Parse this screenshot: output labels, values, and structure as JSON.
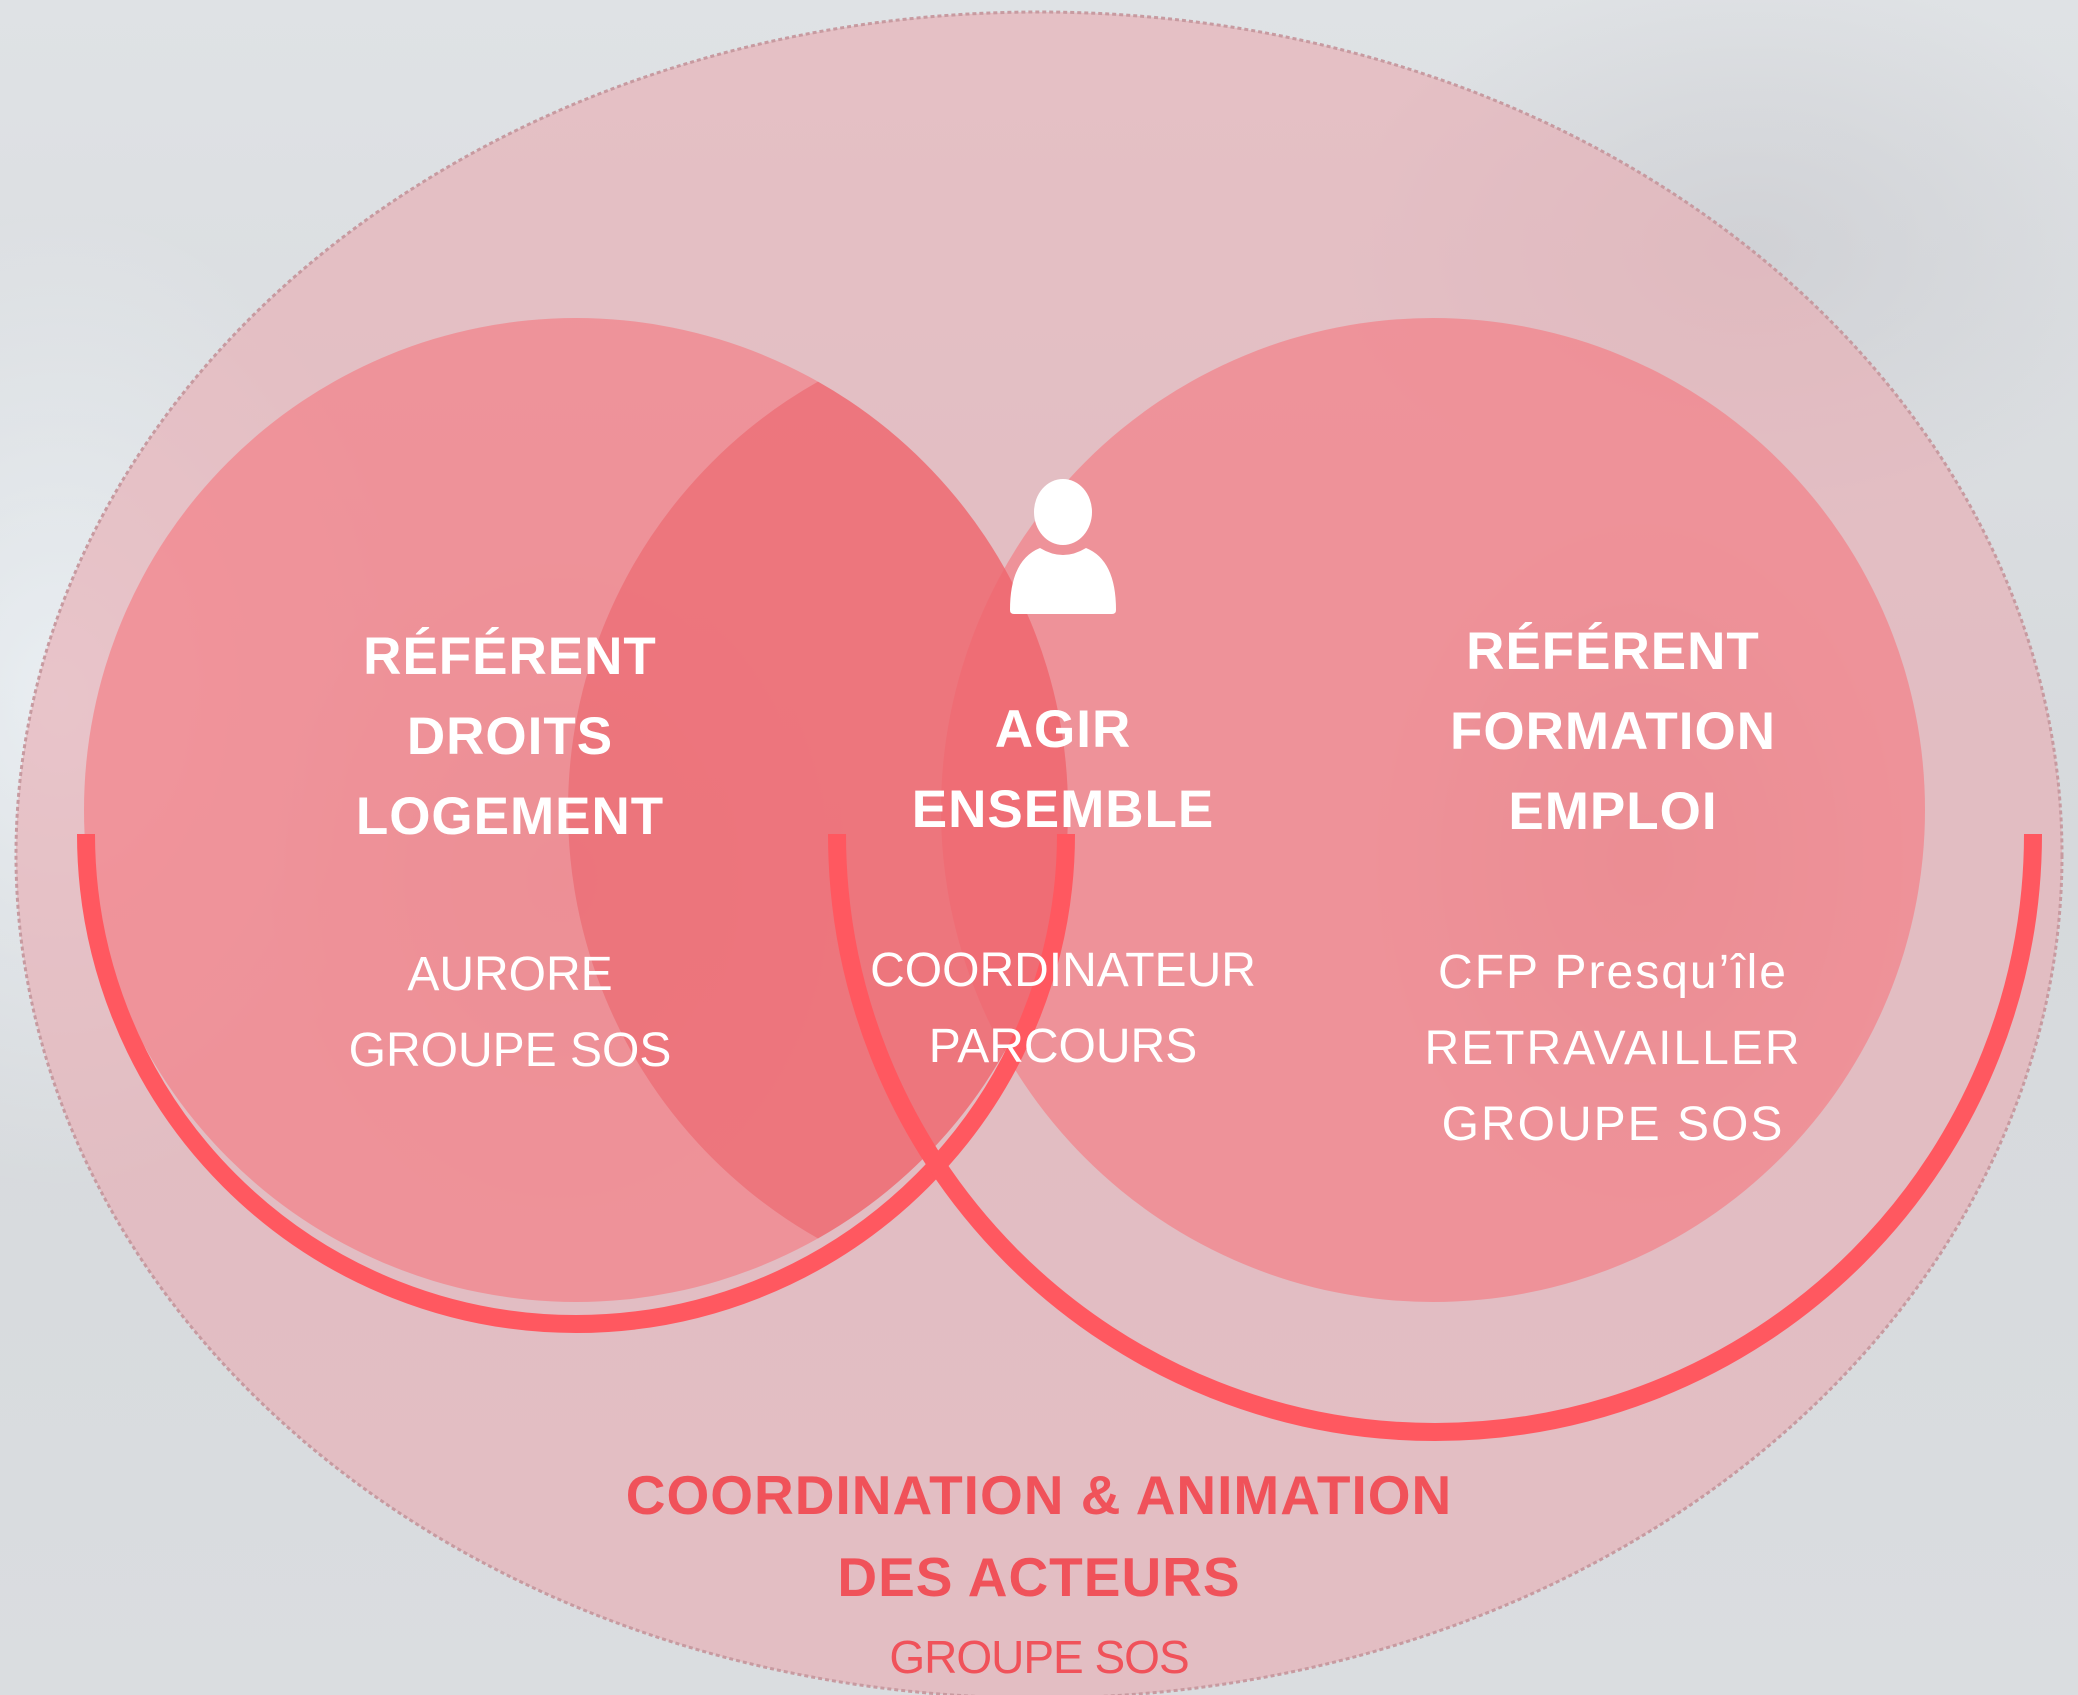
{
  "colors": {
    "outer_ellipse": "#e8aeb3",
    "circle_fill": "#f5787f",
    "intersection": "#ec6a70",
    "accent_arc": "#ff5860",
    "text_light": "#ffffff",
    "text_accent": "#f0525a"
  },
  "left_circle": {
    "title": "RÉFÉRENT\nDROITS\nLOGEMENT",
    "members": "AURORE\nGROUPE SOS"
  },
  "center": {
    "icon": "person-icon",
    "title": "AGIR\nENSEMBLE",
    "members": "COORDINATEUR\nPARCOURS"
  },
  "right_circle": {
    "title": "RÉFÉRENT\nFORMATION\nEMPLOI",
    "members": "CFP Presqu’île\nRETRAVAILLER\nGROUPE SOS"
  },
  "bottom": {
    "title": "COORDINATION & ANIMATION\nDES ACTEURS",
    "members": "GROUPE SOS"
  }
}
